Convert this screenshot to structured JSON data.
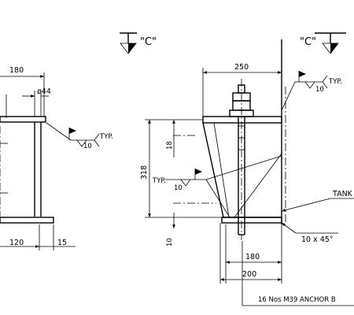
{
  "left_view": {
    "dim_top": "180",
    "dim_bolt_dia": "ø44",
    "weld_size": "10",
    "weld_typ": "TYP.",
    "dim_bottom_a": "120",
    "dim_bottom_b": "15"
  },
  "section_markers": {
    "left_label": "\"C\"",
    "right_label": "\"C\""
  },
  "right_view": {
    "dim_top": "250",
    "dim_total_height": "318",
    "dim_gusset": "18",
    "dim_base": "10",
    "weld_typ_upper": "TYP.",
    "weld_size_upper": "10",
    "weld_typ_lower": "TYP.",
    "weld_size_lower": "10",
    "tank_label": "TANK",
    "chamfer": "10 x 45°",
    "dim_bottom_inner": "180",
    "dim_bottom_outer": "200",
    "anchor_note": "16 Nos  M39  ANCHOR B"
  }
}
